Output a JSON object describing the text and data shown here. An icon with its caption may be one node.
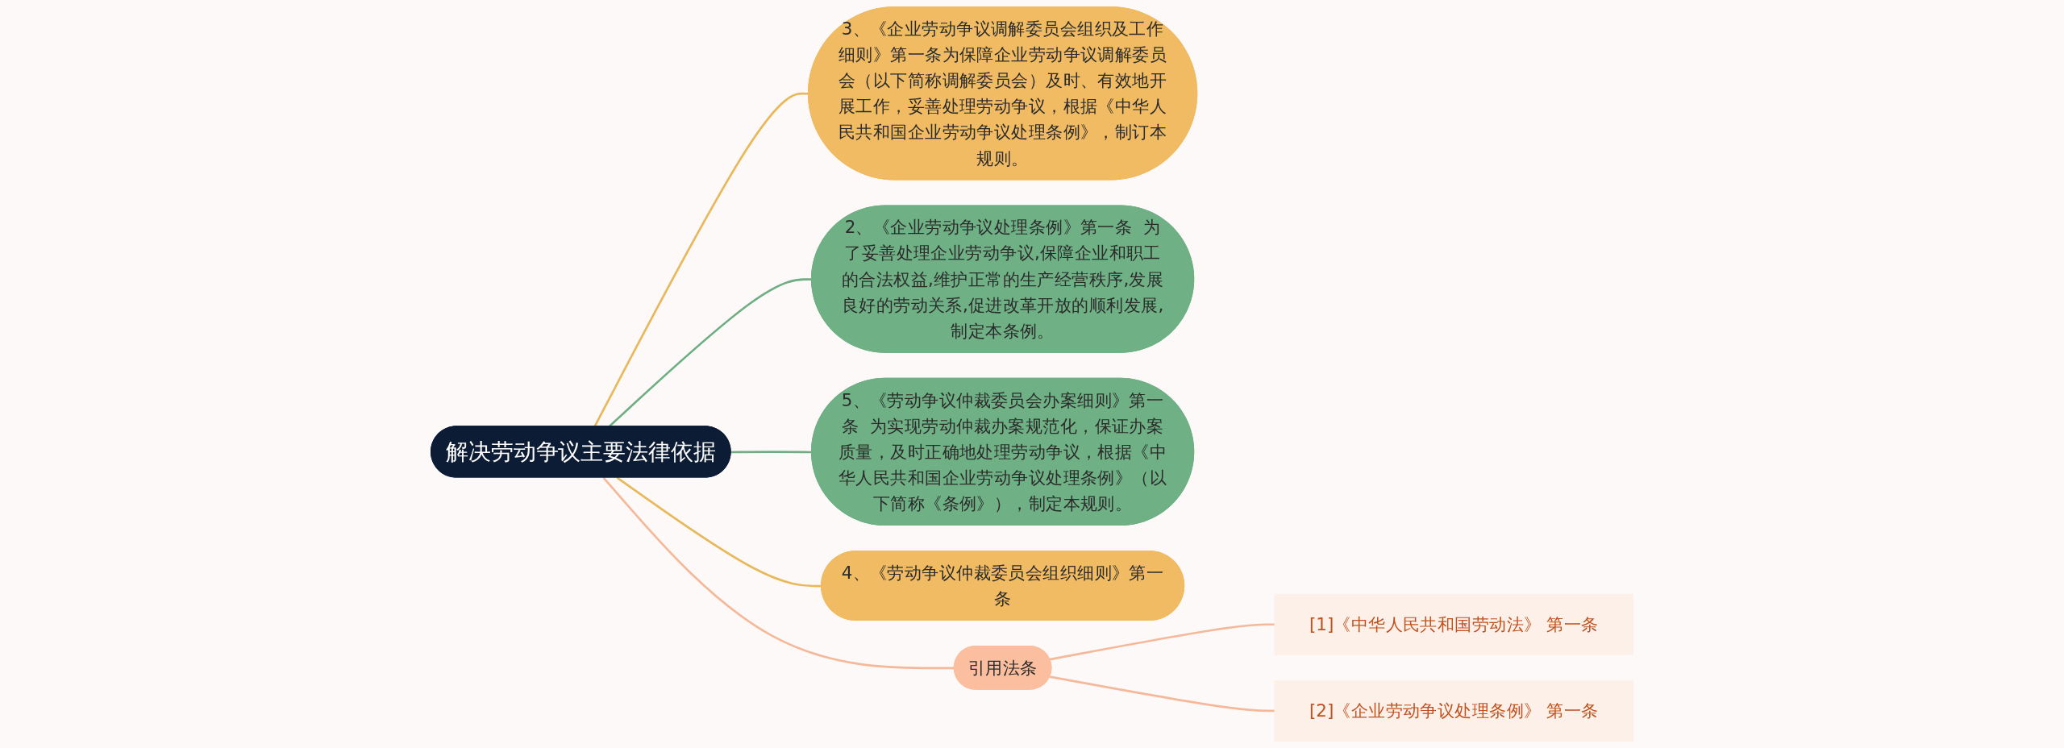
{
  "diagram": {
    "nodes": [
      {
        "text": [
          "解决劳动争议主要法律依据"
        ]
      },
      {
        "text": [
          "3、《企业劳动争议调解委员会组织及工作细则》第一条为保障企业劳动争议调解委员会（以下简称调解委员会）及时、有效地开展工作，妥善处理劳动争议，根据《中华人民共和国企业劳动争议处理条例》，制订本规则。"
        ]
      },
      {
        "text": [
          "2、《企业劳动争议处理条例》第一条  为了妥善处理企业劳动争议,保障企业和职工的合法权益,维护正常的生产经营秩序,发展良好的劳动关系,促进改革开放的顺利发展,制定本条例。"
        ]
      },
      {
        "text": [
          "5、《劳动争议仲裁委员会办案细则》第一条  为实现劳动仲裁办案规范化，保证办案质量，及时正确地处理劳动争议，根据《中华人民共和国企业劳动争议处理条例》（以下简称《条例》），制定本规则。"
        ]
      },
      {
        "text": [
          "4、《劳动争议仲裁委员会组织细则》第一条"
        ]
      },
      {
        "text": [
          "引用法条"
        ]
      },
      {
        "text": [
          "[1]《中华人民共和国劳动法》 第一条"
        ]
      },
      {
        "text": [
          "[2]《企业劳动争议处理条例》 第一条"
        ]
      }
    ],
    "edges": [
      {
        "from": 0,
        "to": 1,
        "arrow": "none",
        "color": "#e8b85a"
      },
      {
        "from": 0,
        "to": 2,
        "arrow": "none",
        "color": "#6fae83"
      },
      {
        "from": 0,
        "to": 3,
        "arrow": "none",
        "color": "#6fae83"
      },
      {
        "from": 0,
        "to": 4,
        "arrow": "none",
        "color": "#e8b85a"
      },
      {
        "from": 0,
        "to": 5,
        "arrow": "none"
      },
      {
        "from": 5,
        "to": 6,
        "arrow": "none"
      },
      {
        "from": 5,
        "to": 7,
        "arrow": "none"
      }
    ]
  }
}
